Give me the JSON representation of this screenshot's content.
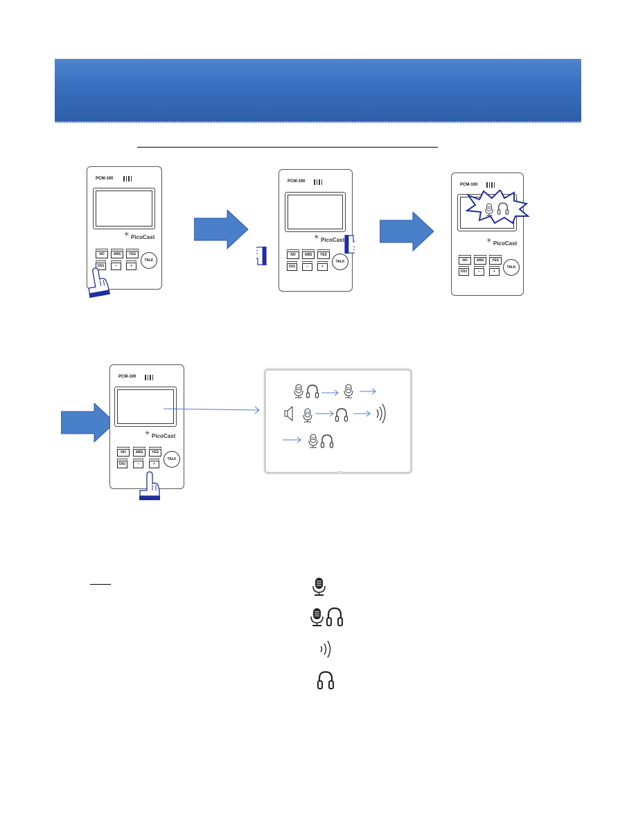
{
  "device": {
    "model": "PCM-100",
    "brand": "PicoCast",
    "buttons": {
      "no": "NO",
      "abs": "ABS",
      "yes": "YES",
      "power": "O/⊡",
      "minus": "–",
      "plus": "+",
      "talk": "TALK"
    }
  },
  "colors": {
    "banner": "#3a70bf",
    "arrow": "#4a7fc9",
    "hand": "#1f2fa0",
    "flow_line": "#4a7fc9"
  },
  "legend_icons": [
    "microphone-icon",
    "microphone-headphones-icon",
    "sound-waves-icon",
    "headphones-icon"
  ]
}
